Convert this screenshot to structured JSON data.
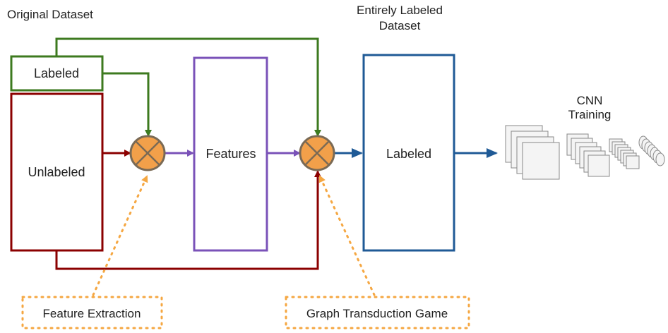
{
  "header": {
    "original_dataset": "Original Dataset",
    "entirely_labeled_line1": "Entirely Labeled",
    "entirely_labeled_line2": "Dataset"
  },
  "boxes": {
    "labeled": "Labeled",
    "unlabeled": "Unlabeled",
    "features": "Features",
    "output_labeled": "Labeled"
  },
  "cnn": {
    "line1": "CNN",
    "line2": "Training"
  },
  "callouts": {
    "feature_extraction": "Feature Extraction",
    "graph_transduction": "Graph Transduction Game"
  },
  "colors": {
    "green": "#3d7a1f",
    "red": "#8b0000",
    "purple": "#7a52b8",
    "blue": "#1f5a96",
    "orange": "#f5a742",
    "operator_fill": "#f2a04a",
    "operator_stroke": "#7a6a55"
  },
  "icons": {
    "operator": "circled-x-icon"
  }
}
